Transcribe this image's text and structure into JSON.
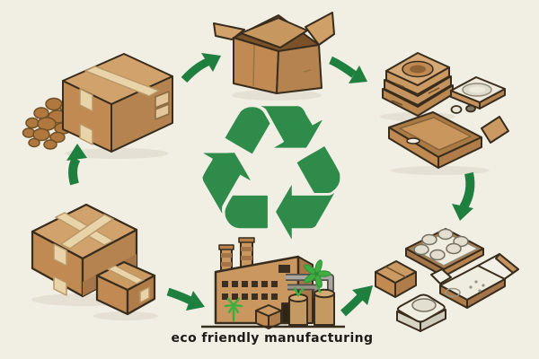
{
  "caption": {
    "text": "eco friendly manufacturing"
  },
  "center": {
    "name": "recycling-symbol",
    "symbol": "♻",
    "color": "#2e8b4a"
  },
  "colors": {
    "background": "#f1eee4",
    "cardboard_light": "#d2a26c",
    "cardboard_mid": "#c08a52",
    "cardboard_dark": "#b07c4a",
    "tape": "#e9d3a8",
    "outline": "#382c1c",
    "arrow_green": "#1e7f3e",
    "recycle_green": "#2e8b4a",
    "pulp_white": "#efece0",
    "plant_green": "#3fae3f"
  },
  "stages": [
    {
      "id": "raw-material",
      "icon": "wood-chips-and-sealed-box-icon",
      "position": "top-left"
    },
    {
      "id": "open-box",
      "icon": "open-cardboard-box-icon",
      "position": "top-center"
    },
    {
      "id": "used-packaging",
      "icon": "molded-pulp-stack-and-tray-icon",
      "position": "top-right"
    },
    {
      "id": "flattened-tray",
      "icon": "open-flat-box-icon",
      "position": "right"
    },
    {
      "id": "recycled-products",
      "icon": "molded-pulp-products-icon",
      "position": "bottom-right"
    },
    {
      "id": "manufacturing",
      "icon": "eco-factory-icon",
      "position": "bottom-center"
    },
    {
      "id": "shipping-boxes",
      "icon": "sealed-boxes-icon",
      "position": "bottom-left"
    }
  ],
  "arrows": [
    {
      "name": "arrow-boxes-to-rawmaterial",
      "from": "shipping-boxes",
      "to": "raw-material",
      "direction": "up"
    },
    {
      "name": "arrow-rawmaterial-to-openbox",
      "from": "raw-material",
      "to": "open-box",
      "direction": "up-right"
    },
    {
      "name": "arrow-openbox-to-usedpackaging",
      "from": "open-box",
      "to": "used-packaging",
      "direction": "down-right"
    },
    {
      "name": "arrow-usedpackaging-to-products",
      "from": "used-packaging",
      "to": "recycled-products",
      "direction": "down"
    },
    {
      "name": "arrow-boxes-to-factory",
      "from": "shipping-boxes",
      "to": "manufacturing",
      "direction": "right"
    },
    {
      "name": "arrow-factory-to-products",
      "from": "manufacturing",
      "to": "recycled-products",
      "direction": "up-right"
    }
  ]
}
